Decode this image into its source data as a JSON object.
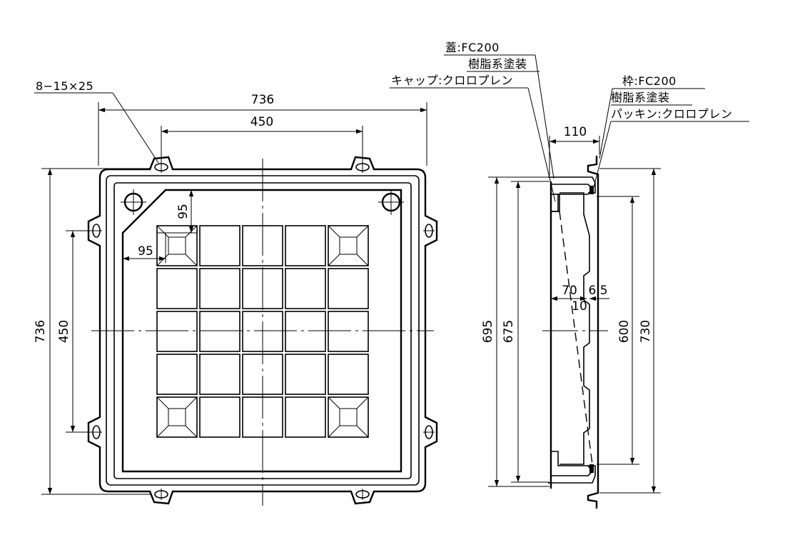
{
  "colors": {
    "line": "#000000",
    "background": "#ffffff"
  },
  "plan_view": {
    "bolt_note": "8−15×25",
    "dims": {
      "overall_width": "736",
      "bolt_pitch_horizontal": "450",
      "overall_height": "736",
      "bolt_pitch_vertical": "450",
      "chamfer_vertical": "95",
      "chamfer_horizontal": "95"
    },
    "grid": {
      "rows": 5,
      "cols": 5
    }
  },
  "section_view": {
    "cover_label": "蓋:FC200",
    "cover_coating": "樹脂系塗装",
    "cap_label": "キャップ:クロロプレン",
    "frame_label": "枠:FC200",
    "frame_coating": "樹脂系塗装",
    "packing_label": "パッキン:クロロプレン",
    "dims": {
      "frame_depth": "110",
      "height_695": "695",
      "height_675": "675",
      "height_600": "600",
      "height_730": "730",
      "dim_70": "70",
      "dim_10": "10",
      "dim_6_5": "6.5"
    }
  }
}
